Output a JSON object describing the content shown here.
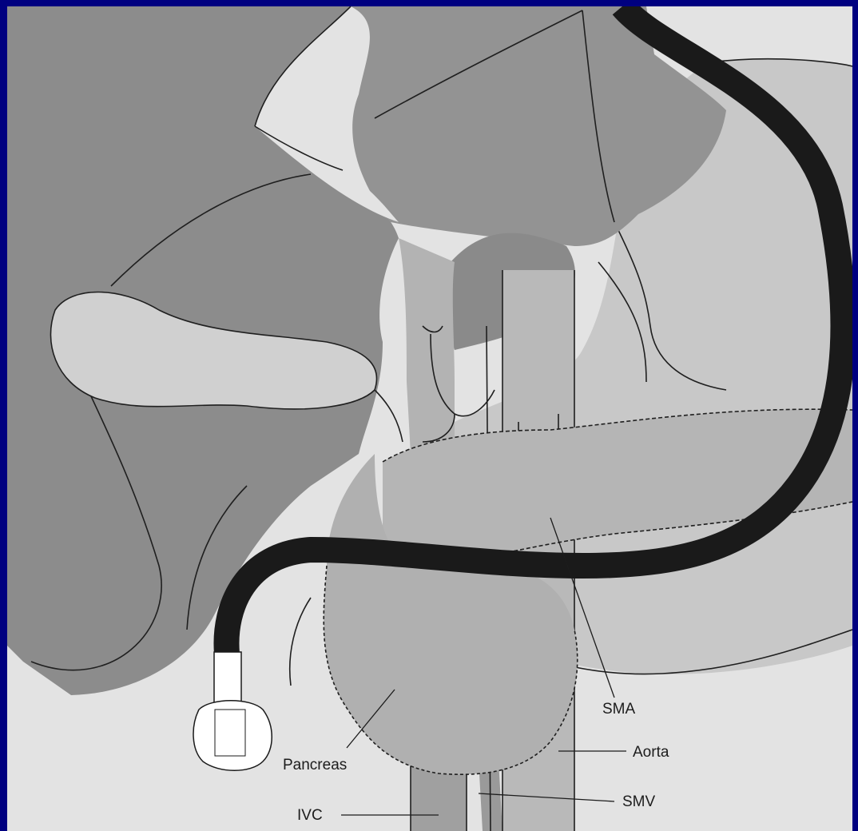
{
  "diagram": {
    "labels": {
      "sma": "SMA",
      "aorta": "Aorta",
      "smv": "SMV",
      "pancreas": "Pancreas",
      "ivc": "IVC"
    },
    "colors": {
      "slide_background": "#000080",
      "paper": "#e3e3e3",
      "liver": "#8a8a8a",
      "stomach": "#c6c6c6",
      "pancreas": "#b6b6b6",
      "vessels": "#a2a2a2",
      "endoscope": "#1a1a1a"
    }
  }
}
